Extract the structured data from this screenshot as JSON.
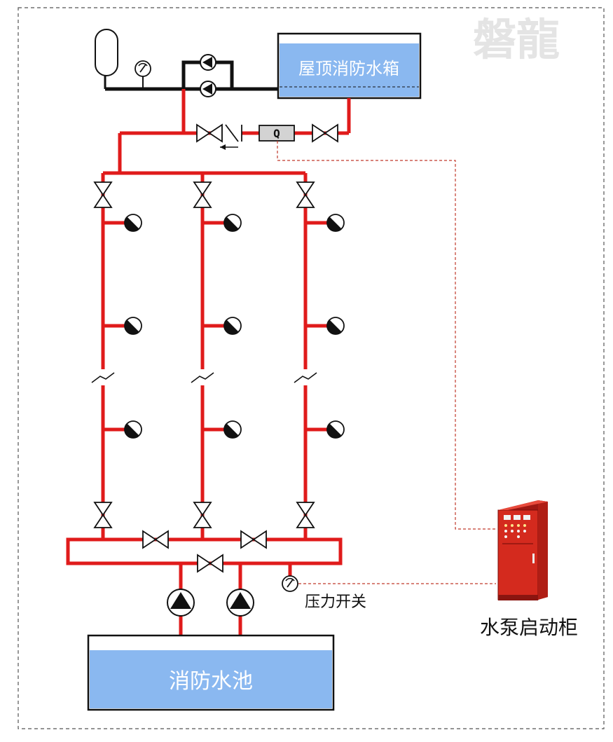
{
  "diagram": {
    "logo": "磐龍",
    "roof_tank_label": "屋顶消防水箱",
    "pool_label": "消防水池",
    "pressure_switch_label": "压力开关",
    "cabinet_label": "水泵启动柜",
    "flow_meter_label": "Q",
    "colors": {
      "pipe": "#e01b1b",
      "main_pipe": "#111111",
      "water": "#8ab8f0",
      "signal_line": "#c0392b",
      "cabinet": "#d42a1e",
      "frame": "#555555"
    },
    "risers": 3,
    "hydrants_per_riser": 3
  }
}
